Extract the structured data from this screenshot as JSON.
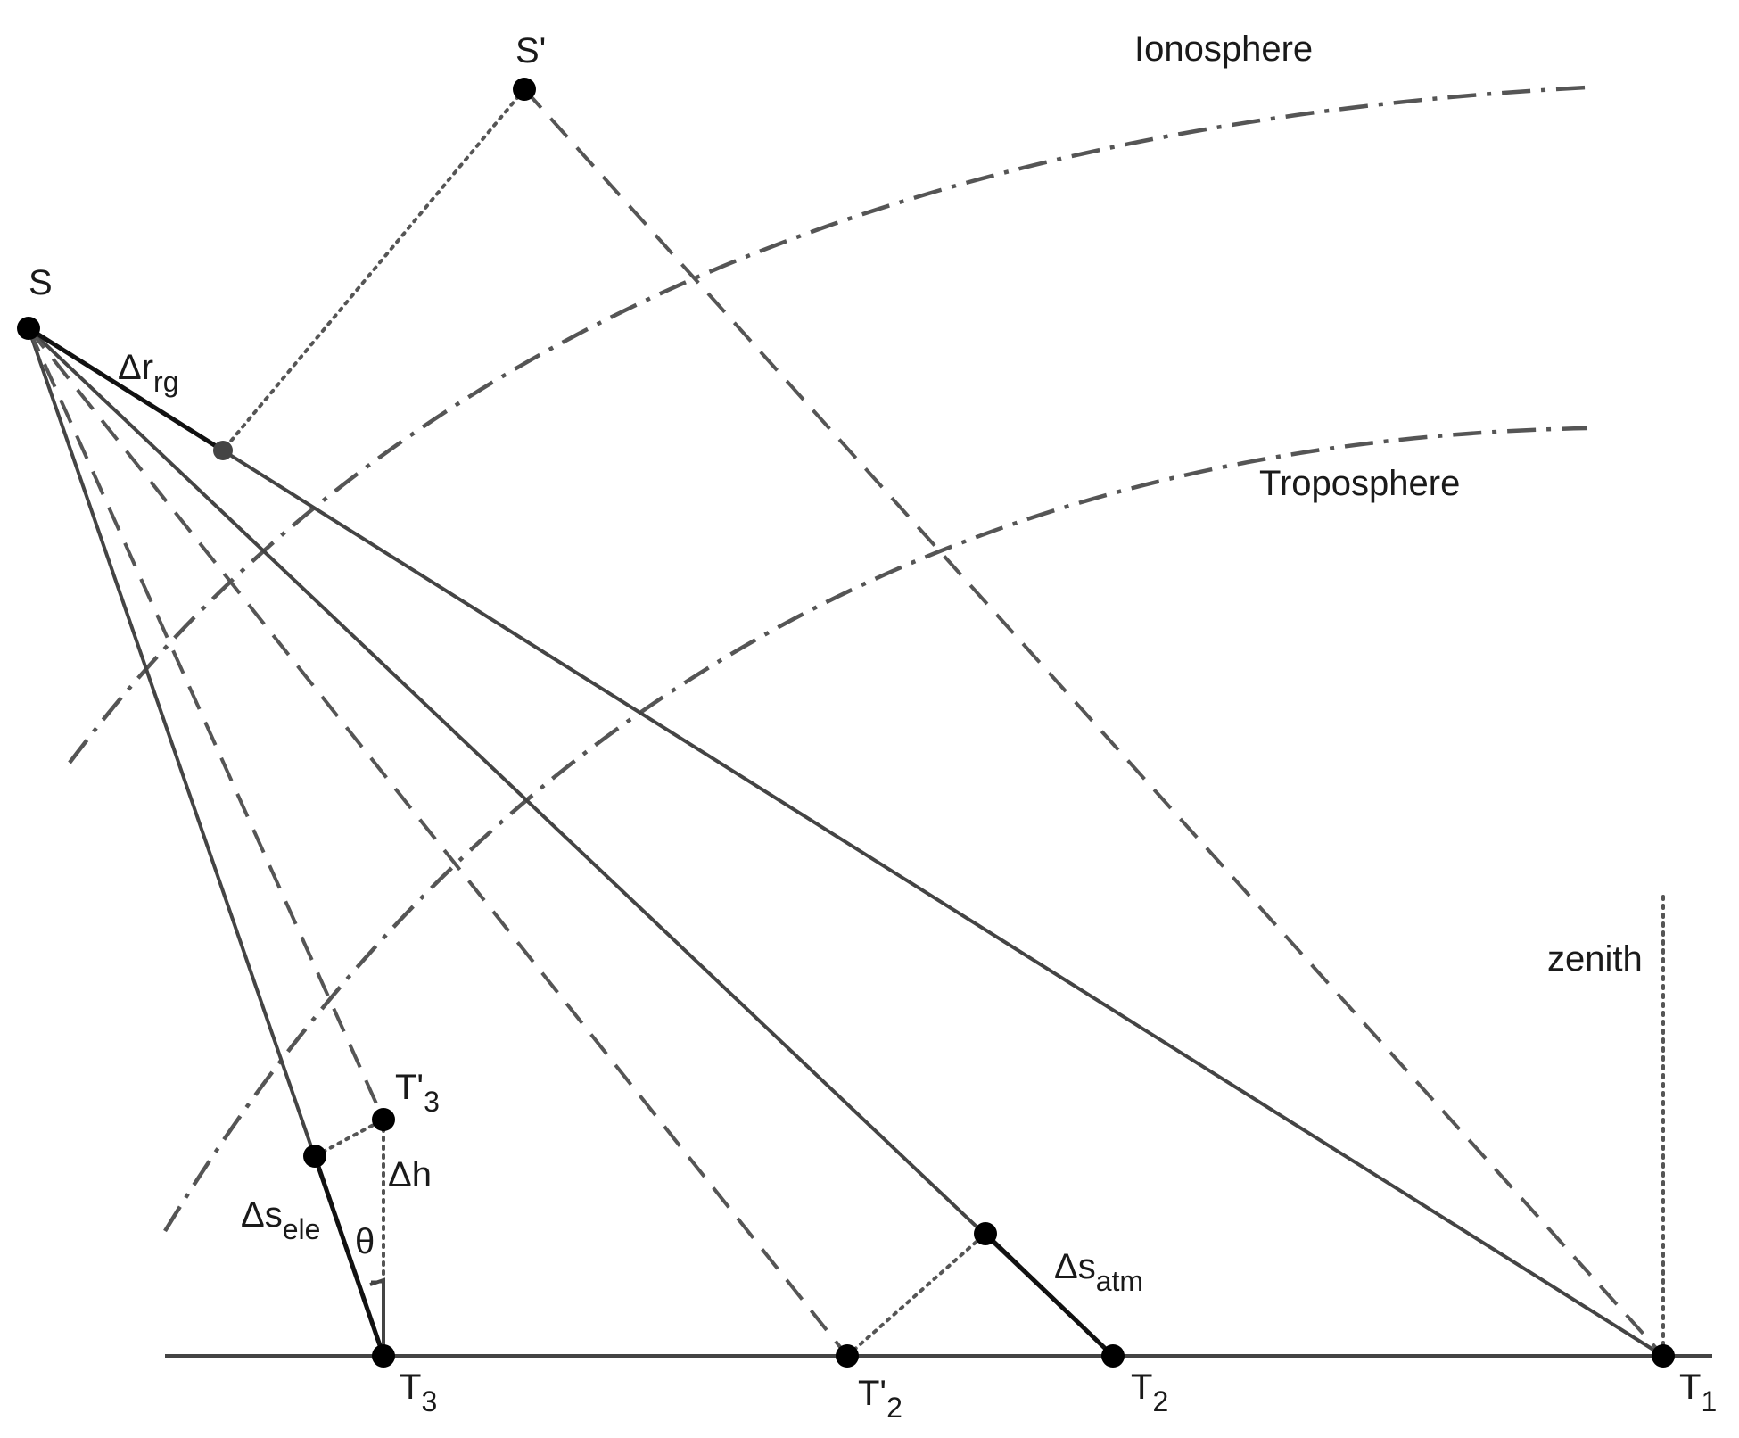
{
  "layers": {
    "ionosphere": "Ionosphere",
    "troposphere": "Troposphere"
  },
  "points": {
    "S": "S",
    "S_prime": "S'",
    "T1": {
      "base": "T",
      "sub": "1"
    },
    "T2": {
      "base": "T",
      "sub": "2"
    },
    "T2_prime": {
      "base": "T'",
      "sub": "2"
    },
    "T3": {
      "base": "T",
      "sub": "3"
    },
    "T3_prime": {
      "base": "T'",
      "sub": "3"
    }
  },
  "quantities": {
    "delta_r_rg": {
      "base": "Δr",
      "sub": "rg"
    },
    "delta_s_atm": {
      "base": "Δs",
      "sub": "atm"
    },
    "delta_s_ele": {
      "base": "Δs",
      "sub": "ele"
    },
    "delta_h": "Δh",
    "theta": "θ"
  },
  "zenith": "zenith"
}
